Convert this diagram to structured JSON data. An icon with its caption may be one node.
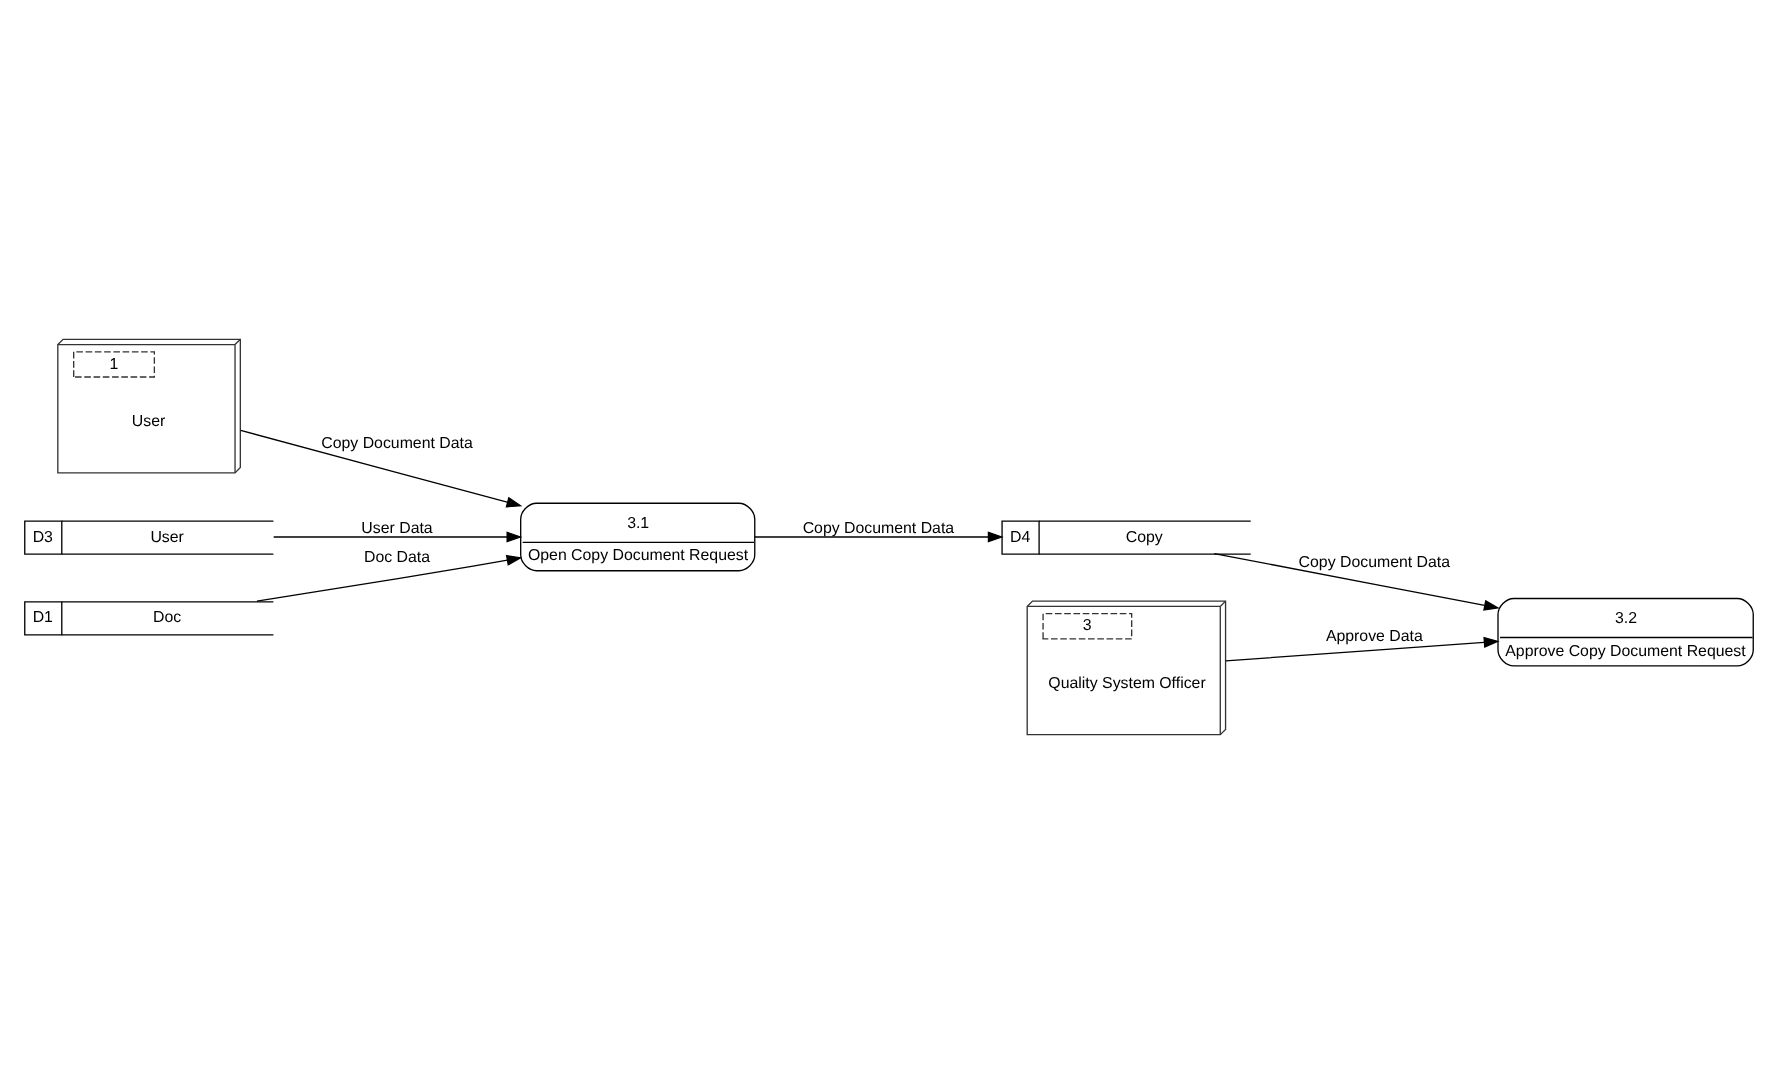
{
  "diagram": {
    "nodes": [
      {
        "text": [
          "1",
          "User"
        ]
      },
      {
        "text": [
          "3.1",
          "Open Copy Document Request"
        ]
      },
      {
        "text": [
          "D3",
          "User"
        ]
      },
      {
        "text": [
          "D1",
          "Doc"
        ]
      },
      {
        "text": [
          "3.2",
          "Approve Copy Document Request"
        ]
      },
      {
        "text": [
          "D4",
          "Copy"
        ]
      },
      {
        "text": [
          "3",
          "Quality System Officer"
        ]
      }
    ],
    "edges": [
      {
        "from": 0,
        "to": 1,
        "arrow": "to",
        "label": "Copy Document Data"
      },
      {
        "from": 2,
        "to": 1,
        "arrow": "to",
        "label": "User Data"
      },
      {
        "from": 3,
        "to": 1,
        "arrow": "to",
        "label": "Doc Data"
      },
      {
        "from": 1,
        "to": 5,
        "arrow": "to",
        "label": "Copy Document Data"
      },
      {
        "from": 5,
        "to": 4,
        "arrow": "to",
        "label": "Copy Document Data"
      },
      {
        "from": 6,
        "to": 4,
        "arrow": "to",
        "label": "Approve Data"
      }
    ]
  }
}
